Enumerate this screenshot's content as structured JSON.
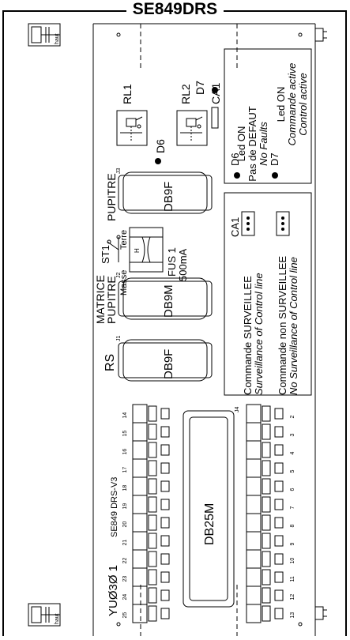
{
  "board": {
    "title": "SE849DRS",
    "revision": "SE849 DRS-V3",
    "barcode_text": "YUØ3Ø 1"
  },
  "relays": {
    "rl1": "RL1",
    "rl2": "RL2",
    "d6": "D6",
    "d7": "D7",
    "ca1_top": "CA1"
  },
  "connectors": {
    "pupitre_label": "PUPITRE",
    "pupitre_type": "DB9F",
    "matrice_label_1": "MATRICE",
    "matrice_label_2": "PUPITRE",
    "matrice_type": "DB9M",
    "rs_label": "RS",
    "rs_type": "DB9F",
    "db25_type": "DB25M",
    "j3": "J3",
    "j2": "J2",
    "j1": "J1",
    "j4": "J4"
  },
  "fuse_switch": {
    "st1": "ST1",
    "terre": "Terre",
    "masse": "Masse",
    "fus_label": "FUS 1",
    "fus_value": "500mA",
    "h_mark": "H"
  },
  "legend_led": {
    "d6": "D6",
    "led_on_1": "Led ON",
    "pas_defaut": "Pas de DEFAUT",
    "no_faults": "No Faults",
    "d7": "D7",
    "led_on_2": "Led ON",
    "commande_active": "Commande active",
    "control_active": "Control active"
  },
  "legend_ca1": {
    "ca1": "CA1",
    "surv_fr": "Commande SURVEILLEE",
    "surv_en": "Surveillance of Control line",
    "nonsurv_fr": "Commande non SURVEILLEE",
    "nonsurv_en": "No Surveillance of Control line"
  },
  "terminals_top": [
    "14",
    "15",
    "16",
    "17",
    "18",
    "19",
    "20",
    "21",
    "22",
    "23",
    "24",
    "25"
  ],
  "terminals_bottom": [
    "2",
    "3",
    "4",
    "5",
    "6",
    "7",
    "8",
    "9",
    "10",
    "11",
    "12",
    "13"
  ],
  "mount_marks": {
    "haut_tl": "haut",
    "haut_bl": "haut"
  }
}
